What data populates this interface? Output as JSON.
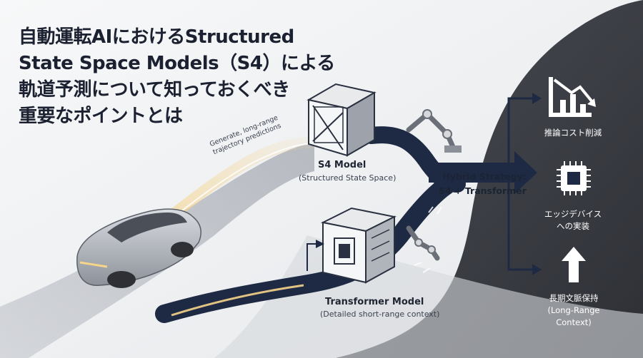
{
  "title_lines": [
    "自動運転AIにおけるStructured",
    "State Space Models（S4）による",
    "軌道予測について知っておくべき",
    "重要なポイントとは"
  ],
  "trajectory_note": {
    "line1": "Generate, long-range",
    "line2": "trajectory predictions"
  },
  "s4_model": {
    "name": "S4 Model",
    "subtitle": "(Structured State Space)"
  },
  "transformer_model": {
    "name": "Transformer Model",
    "subtitle": "(Detailed short-range context)"
  },
  "hybrid": {
    "line1": "Hybrid Strategy:",
    "line2": "S4 + Transformer"
  },
  "benefits": {
    "cost": {
      "label": "推論コスト削減",
      "icon": "cost-down-chart-icon"
    },
    "edge": {
      "line1": "エッジデバイス",
      "line2": "への実装",
      "icon": "chip-icon"
    },
    "context": {
      "line1": "長期文脈保持",
      "line2": "(Long-Range Context)",
      "icon": "up-arrow-icon"
    }
  },
  "colors": {
    "navy": "#1e2a44",
    "dark_panel": "#3a3d44",
    "gold": "#e8c77a",
    "background": "#f2f3f5"
  }
}
